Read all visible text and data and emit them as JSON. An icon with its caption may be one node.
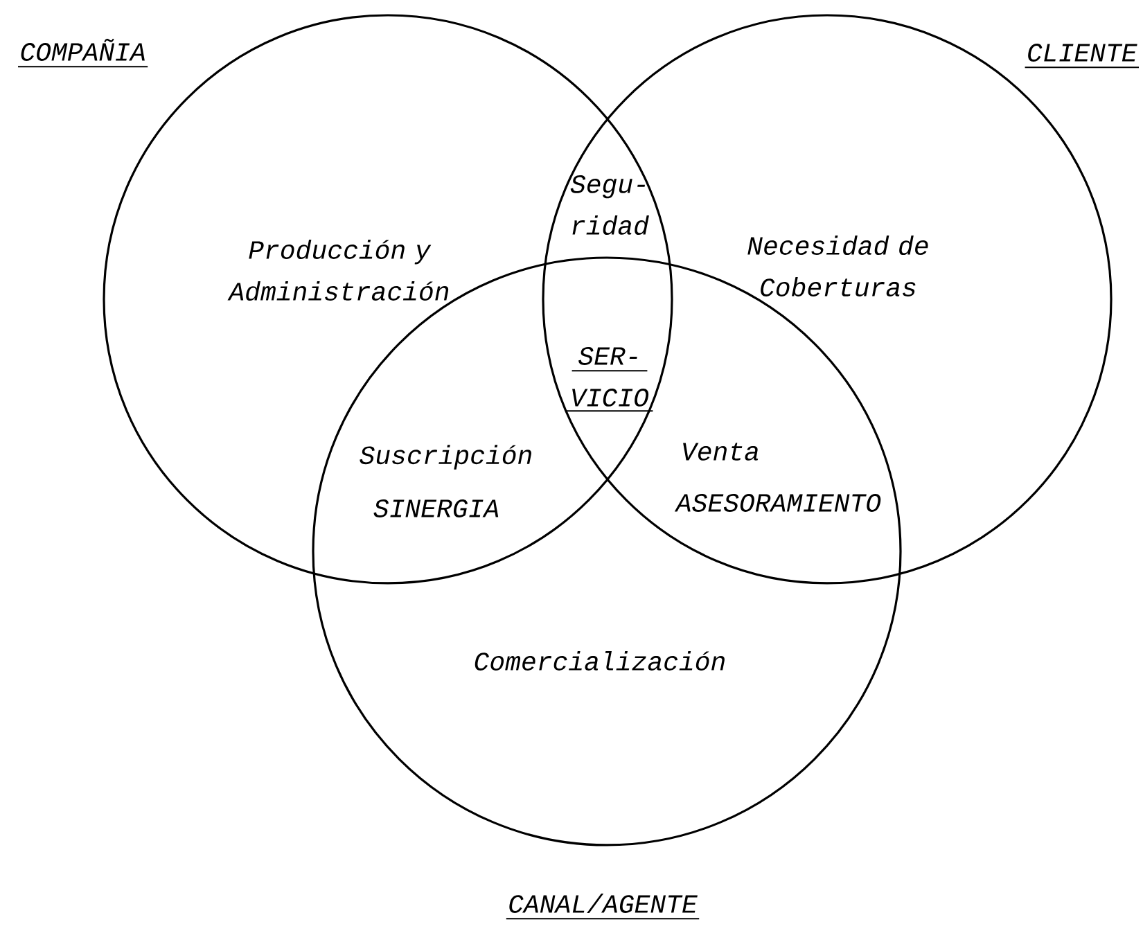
{
  "diagram": {
    "nodes": [
      {
        "text": [
          "COMPAÑIA",
          "Producción y Administración"
        ]
      },
      {
        "text": [
          "CLIENTE",
          "Necesidad de Coberturas"
        ]
      },
      {
        "text": [
          "Comercialización",
          "CANAL/AGENTE"
        ]
      }
    ],
    "labels": [
      "Segu- ridad",
      "SER- VICIO",
      "Suscripción",
      "SINERGIA",
      "Venta",
      "ASESORAMIENTO"
    ]
  }
}
